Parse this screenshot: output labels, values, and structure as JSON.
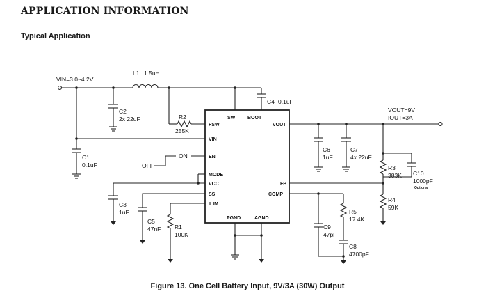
{
  "heading": "APPLICATION INFORMATION",
  "subheading": "Typical Application",
  "caption": "Figure 13. One Cell Battery Input, 9V/3A (30W) Output",
  "ic": {
    "pins": {
      "sw": "SW",
      "boot": "BOOT",
      "fsw": "FSW",
      "vin": "VIN",
      "en": "EN",
      "mode": "MODE",
      "vcc": "VCC",
      "ss": "SS",
      "ilim": "ILIM",
      "pgnd": "PGND",
      "agnd": "AGND",
      "vout": "VOUT",
      "fb": "FB",
      "comp": "COMP"
    }
  },
  "labels": {
    "vin": "VIN=3.0~4.2V",
    "vout": "VOUT=9V",
    "iout": "IOUT=3A",
    "on": "ON",
    "off": "OFF",
    "optional": "Optional"
  },
  "components": {
    "l1": {
      "ref": "L1",
      "value": "1.5uH"
    },
    "c4": {
      "ref": "C4",
      "value": "0.1uF"
    },
    "c2": {
      "ref": "C2",
      "value": "2x 22uF"
    },
    "r2": {
      "ref": "R2",
      "value": "255K"
    },
    "c1": {
      "ref": "C1",
      "value": "0.1uF"
    },
    "c6": {
      "ref": "C6",
      "value": "1uF"
    },
    "c7": {
      "ref": "C7",
      "value": "4x 22uF"
    },
    "r3": {
      "ref": "R3",
      "value": "383K"
    },
    "c10": {
      "ref": "C10",
      "value": "1000pF"
    },
    "r4": {
      "ref": "R4",
      "value": "59K"
    },
    "c3": {
      "ref": "C3",
      "value": "1uF"
    },
    "c5": {
      "ref": "C5",
      "value": "47nF"
    },
    "r1": {
      "ref": "R1",
      "value": "100K"
    },
    "r5": {
      "ref": "R5",
      "value": "17.4K"
    },
    "c9": {
      "ref": "C9",
      "value": "47pF"
    },
    "c8": {
      "ref": "C8",
      "value": "4700pF"
    }
  }
}
